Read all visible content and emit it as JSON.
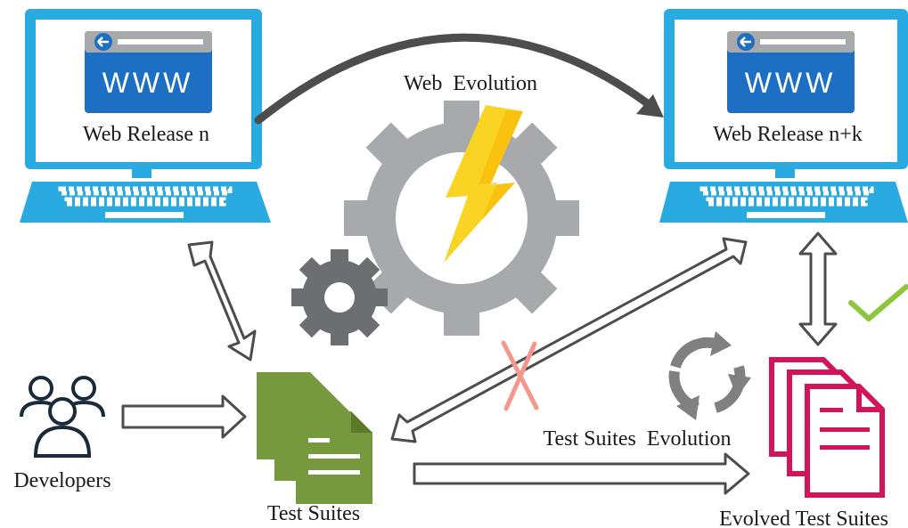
{
  "labels": {
    "web_release_n": "Web Release n",
    "web_release_nk": "Web Release n+k",
    "web_evolution": "Web  Evolution",
    "www_left": "WWW",
    "www_right": "WWW",
    "developers": "Developers",
    "test_suites": "Test Suites",
    "test_suites_evolution": "Test Suites  Evolution",
    "evolved_test_suites": "Evolved Test Suites"
  },
  "colors": {
    "laptop_blue": "#29abe2",
    "browser_blue": "#1d6fc4",
    "gear_gray": "#a7a9ac",
    "gear_dark": "#6d6e71",
    "bolt_yellow": "#f9d423",
    "doc_green": "#77993e",
    "doc_pink": "#d4145a",
    "cross_red": "#f4978e",
    "check_green": "#8cc63f",
    "arrow_dark": "#4d4d4d"
  },
  "icons": [
    "laptop-icon",
    "browser-window-icon",
    "large-gear-icon",
    "small-gear-icon",
    "lightning-bolt-icon",
    "developers-icon",
    "document-stack-icon",
    "refresh-cycle-icon",
    "cross-mark-icon",
    "check-mark-icon"
  ]
}
